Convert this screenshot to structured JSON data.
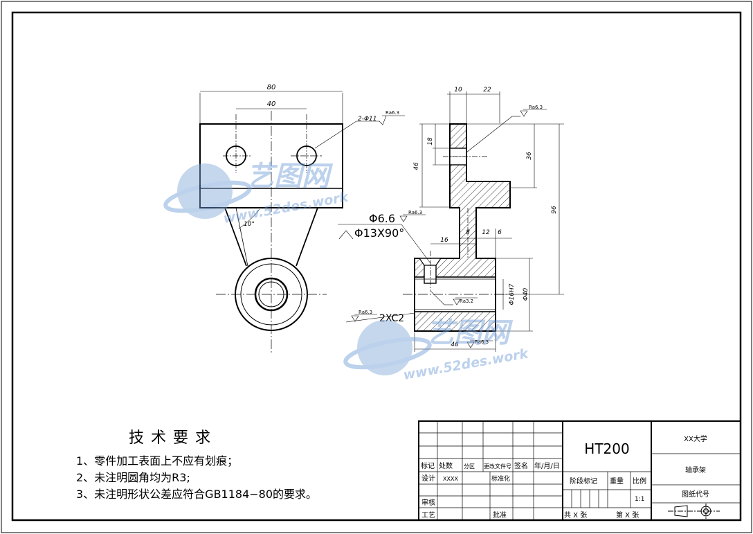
{
  "views": {
    "front": {
      "dim_width": "80",
      "dim_hole_spacing": "40",
      "hole_callout": "2-Φ11",
      "hole_roughness": "Ra6.3",
      "angle": "10°"
    },
    "section": {
      "dim_10": "10",
      "dim_22": "22",
      "dim_46": "46",
      "dim_18": "18",
      "dim_36": "36",
      "dim_96": "96",
      "dim_8": "8",
      "dim_12": "12",
      "dim_6": "6",
      "dim_16": "16",
      "dim_bore": "Φ16H7",
      "dim_od": "Φ40",
      "dim_len": "46",
      "countersink_dia": "Φ6.6",
      "countersink_spec": "Φ13X90°",
      "chamfer": "2XC2",
      "ra_top": "Ra6.3",
      "ra_cs": "Ra6.3",
      "ra_bore": "Ra3.2",
      "ra_chamfer": "Ra6.3",
      "ra_bottom": "Ra6.3"
    }
  },
  "watermark": {
    "brand": "艺图网",
    "url": "www.52des.work"
  },
  "requirements": {
    "title": "技术要求",
    "items": [
      "1、零件加工表面上不应有划痕；",
      "2、未注明圆角均为R3;",
      "3、未注明形状公差应符合GB1184−80的要求。"
    ]
  },
  "title_block": {
    "material": "HT200",
    "school": "XX大学",
    "part_name": "轴承架",
    "drawing_no": "图纸代号",
    "h_mark": "标记",
    "h_count": "处数",
    "h_zone": "分区",
    "h_doc": "更改文件号",
    "h_sign": "签名",
    "h_date": "年/月/日",
    "design": "设计",
    "designer": "XXXX",
    "standard": "标准化",
    "review": "审核",
    "process": "工艺",
    "approve": "批准",
    "stage": "阶段标记",
    "weight": "重量",
    "scale_label": "比例",
    "scale": "1:1",
    "total": "共  X  张",
    "sheet": "第  X  张"
  }
}
